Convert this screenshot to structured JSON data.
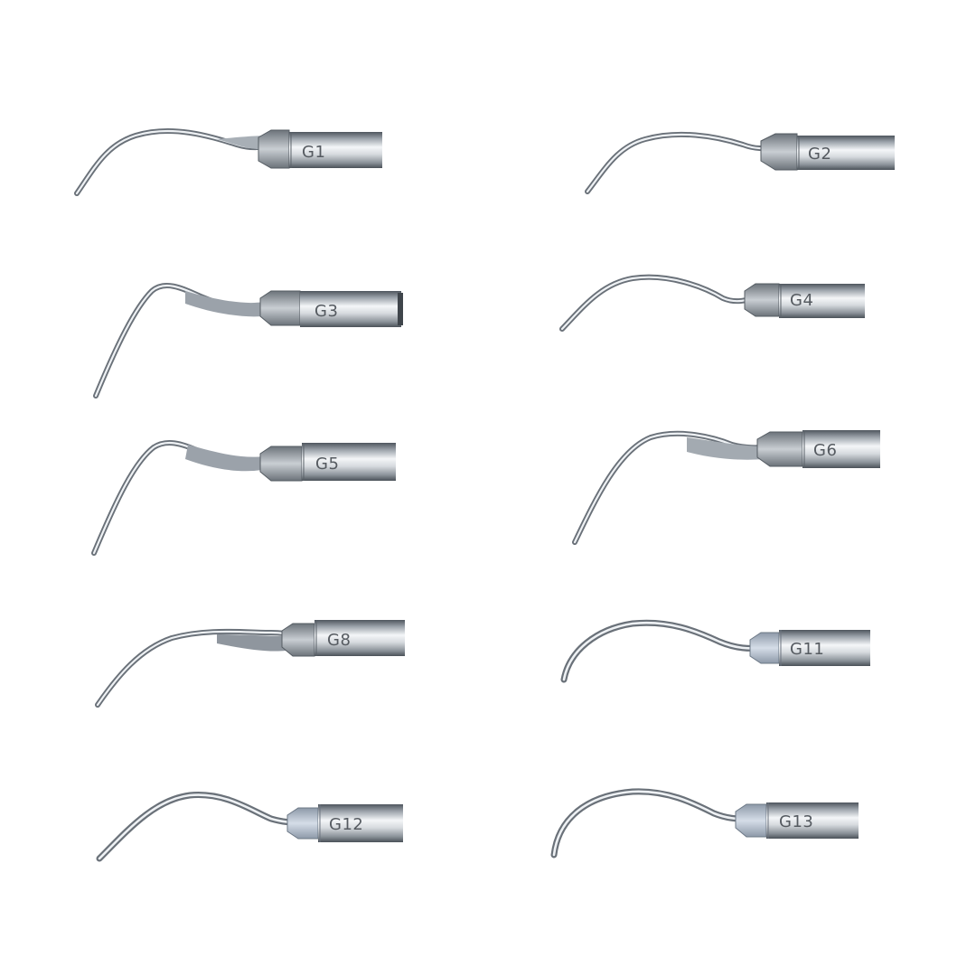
{
  "tips": [
    {
      "label": "G1"
    },
    {
      "label": "G2"
    },
    {
      "label": "G3"
    },
    {
      "label": "G4"
    },
    {
      "label": "G5"
    },
    {
      "label": "G6"
    },
    {
      "label": "G8"
    },
    {
      "label": "G11"
    },
    {
      "label": "G12"
    },
    {
      "label": "G13"
    }
  ],
  "colors": {
    "background": "#ffffff",
    "steel_light": "#f2f4f6",
    "steel_mid": "#b9bfc6",
    "steel_dark": "#5c636b",
    "label": "#555a60"
  }
}
